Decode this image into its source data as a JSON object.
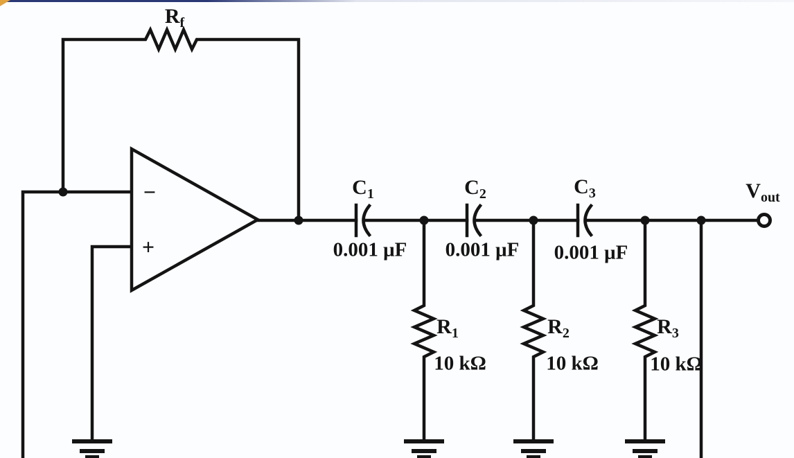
{
  "diagram_type": "op-amp RC phase-shift oscillator schematic",
  "colors": {
    "wire": "#141414",
    "background": "#fcfdff",
    "edge_accent_blue": "#2a3875",
    "edge_accent_orange": "#e2a23c"
  },
  "opamp": {
    "inverting_label": "−",
    "noninverting_label": "+"
  },
  "feedback_resistor": {
    "base": "R",
    "sub": "f"
  },
  "capacitors": [
    {
      "base": "C",
      "sub": "1",
      "value": "0.001 μF"
    },
    {
      "base": "C",
      "sub": "2",
      "value": "0.001 μF"
    },
    {
      "base": "C",
      "sub": "3",
      "value": "0.001 μF"
    }
  ],
  "resistors": [
    {
      "base": "R",
      "sub": "1",
      "value": "10 kΩ"
    },
    {
      "base": "R",
      "sub": "2",
      "value": "10 kΩ"
    },
    {
      "base": "R",
      "sub": "3",
      "value": "10 kΩ"
    }
  ],
  "output": {
    "base": "V",
    "sub": "out"
  }
}
